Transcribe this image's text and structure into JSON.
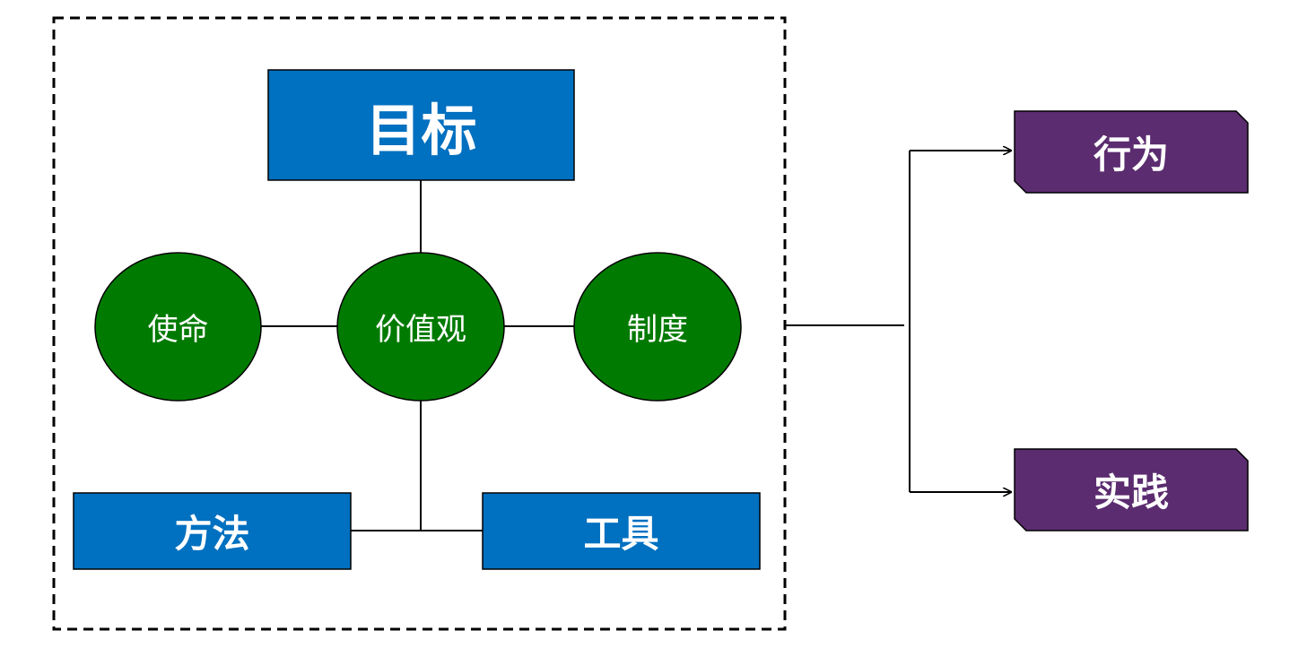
{
  "colors": {
    "blue_box": "#0070c0",
    "green_circle": "#007a00",
    "purple_box": "#5b2c6f",
    "line": "#000000",
    "label_text": "#ffffff"
  },
  "nodes": {
    "goal": "目标",
    "mission": "使命",
    "values": "价值观",
    "system": "制度",
    "method": "方法",
    "tool": "工具",
    "behavior": "行为",
    "practice": "实践"
  }
}
